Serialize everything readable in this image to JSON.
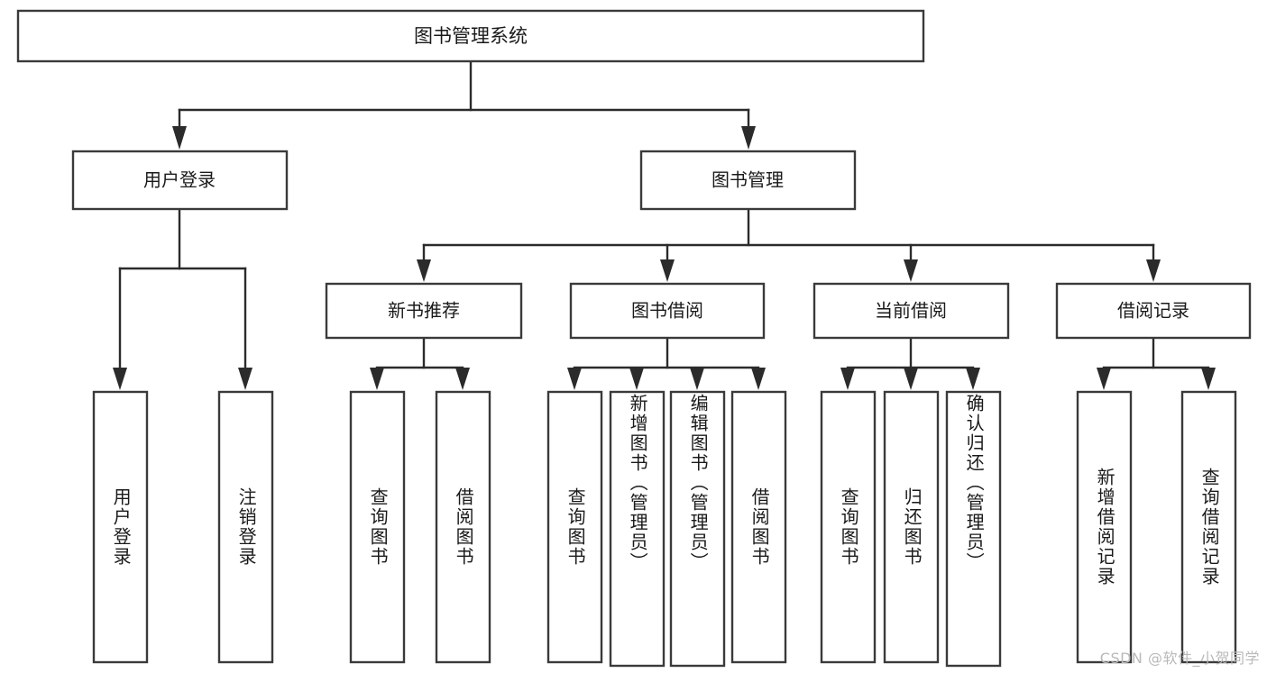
{
  "diagram": {
    "type": "tree-hierarchy-chart",
    "title": "图书管理系统",
    "watermark": "CSDN @软件_小贺同学",
    "colors": {
      "box_stroke": "#3a3a3a",
      "box_fill": "#ffffff",
      "connector": "#2b2b2b",
      "text": "#1a1a1a",
      "watermark": "#b9b9b9",
      "background": "#ffffff"
    },
    "nodes": {
      "root": {
        "label": "图书管理系统"
      },
      "level2": [
        {
          "label": "用户登录"
        },
        {
          "label": "图书管理"
        }
      ],
      "level3": [
        {
          "label": "新书推荐"
        },
        {
          "label": "图书借阅"
        },
        {
          "label": "当前借阅"
        },
        {
          "label": "借阅记录"
        }
      ],
      "leaves": {
        "user_login": [
          {
            "label": "用户登录"
          },
          {
            "label": "注销登录"
          }
        ],
        "new_book_recommend": [
          {
            "label": "查询图书"
          },
          {
            "label": "借阅图书"
          }
        ],
        "book_borrow": [
          {
            "label": "查询图书"
          },
          {
            "label": "新增图书（管理员）"
          },
          {
            "label": "编辑图书（管理员）"
          },
          {
            "label": "借阅图书"
          }
        ],
        "current_borrow": [
          {
            "label": "查询图书"
          },
          {
            "label": "归还图书"
          },
          {
            "label": "确认归还（管理员）"
          }
        ],
        "borrow_record": [
          {
            "label": "新增借阅记录"
          },
          {
            "label": "查询借阅记录"
          }
        ]
      }
    }
  }
}
